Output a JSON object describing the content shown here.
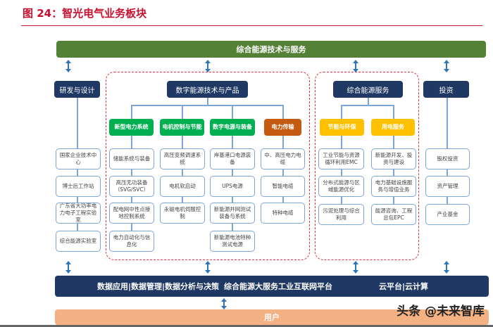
{
  "title": "图 24：智光电气业务板块",
  "top_bar": "综合能源技术与服务",
  "columns": {
    "rd": {
      "header": "研发与设计",
      "items": [
        "国家企业技术中心",
        "博士后工作站",
        "广东省大功率电力电子工程实验室",
        "综合能源实验室"
      ]
    },
    "digital": {
      "header": "数字能源技术与产品",
      "groups": [
        {
          "label": "新型电力系统",
          "items": [
            "储能系统与装备",
            "高压无功装备（SVG/SVC）",
            "配电网中性点接地控制系统",
            "电力自动化与信息化"
          ]
        },
        {
          "label": "电机控制与节能",
          "items": [
            "高压变频调速系统",
            "电机软启动",
            "永磁电机伺服控制"
          ]
        },
        {
          "label": "数字电源与装备",
          "items": [
            "岸基港口电源装备",
            "UPS电源",
            "新能源并网测试装备与系统",
            "新能源电池特种测试电源"
          ]
        },
        {
          "label": "电力传输",
          "items": [
            "中、高压电力电缆",
            "智能电缆",
            "特种电缆"
          ]
        }
      ]
    },
    "service": {
      "header": "综合能源服务",
      "groups": [
        {
          "label": "节能与环保",
          "items": [
            "工业节能与资源循环利用EMC",
            "分布式能源与区域能源优化",
            "污泥处理与综合利用"
          ]
        },
        {
          "label": "用电服务",
          "items": [
            "新能源开发、投资与建设",
            "电力基础设施服务与增值业务",
            "能源咨询、工程总包EPC"
          ]
        }
      ]
    },
    "invest": {
      "header": "投资",
      "items": [
        "股权投资",
        "资产管理",
        "产业基金"
      ]
    }
  },
  "platform": {
    "left": "数据应用|数据管理|数据分析与决策",
    "center": "综合能源大服务工业互联网平台",
    "right": "云平台|云计算"
  },
  "users": "用户",
  "watermark": "头条 @未来智库",
  "colors": {
    "green": "#00b050",
    "orange": "#c55a11",
    "yellow": "#ffc000",
    "navy": "#1f3864",
    "topbar": "#538135",
    "users": "#f4b183"
  }
}
